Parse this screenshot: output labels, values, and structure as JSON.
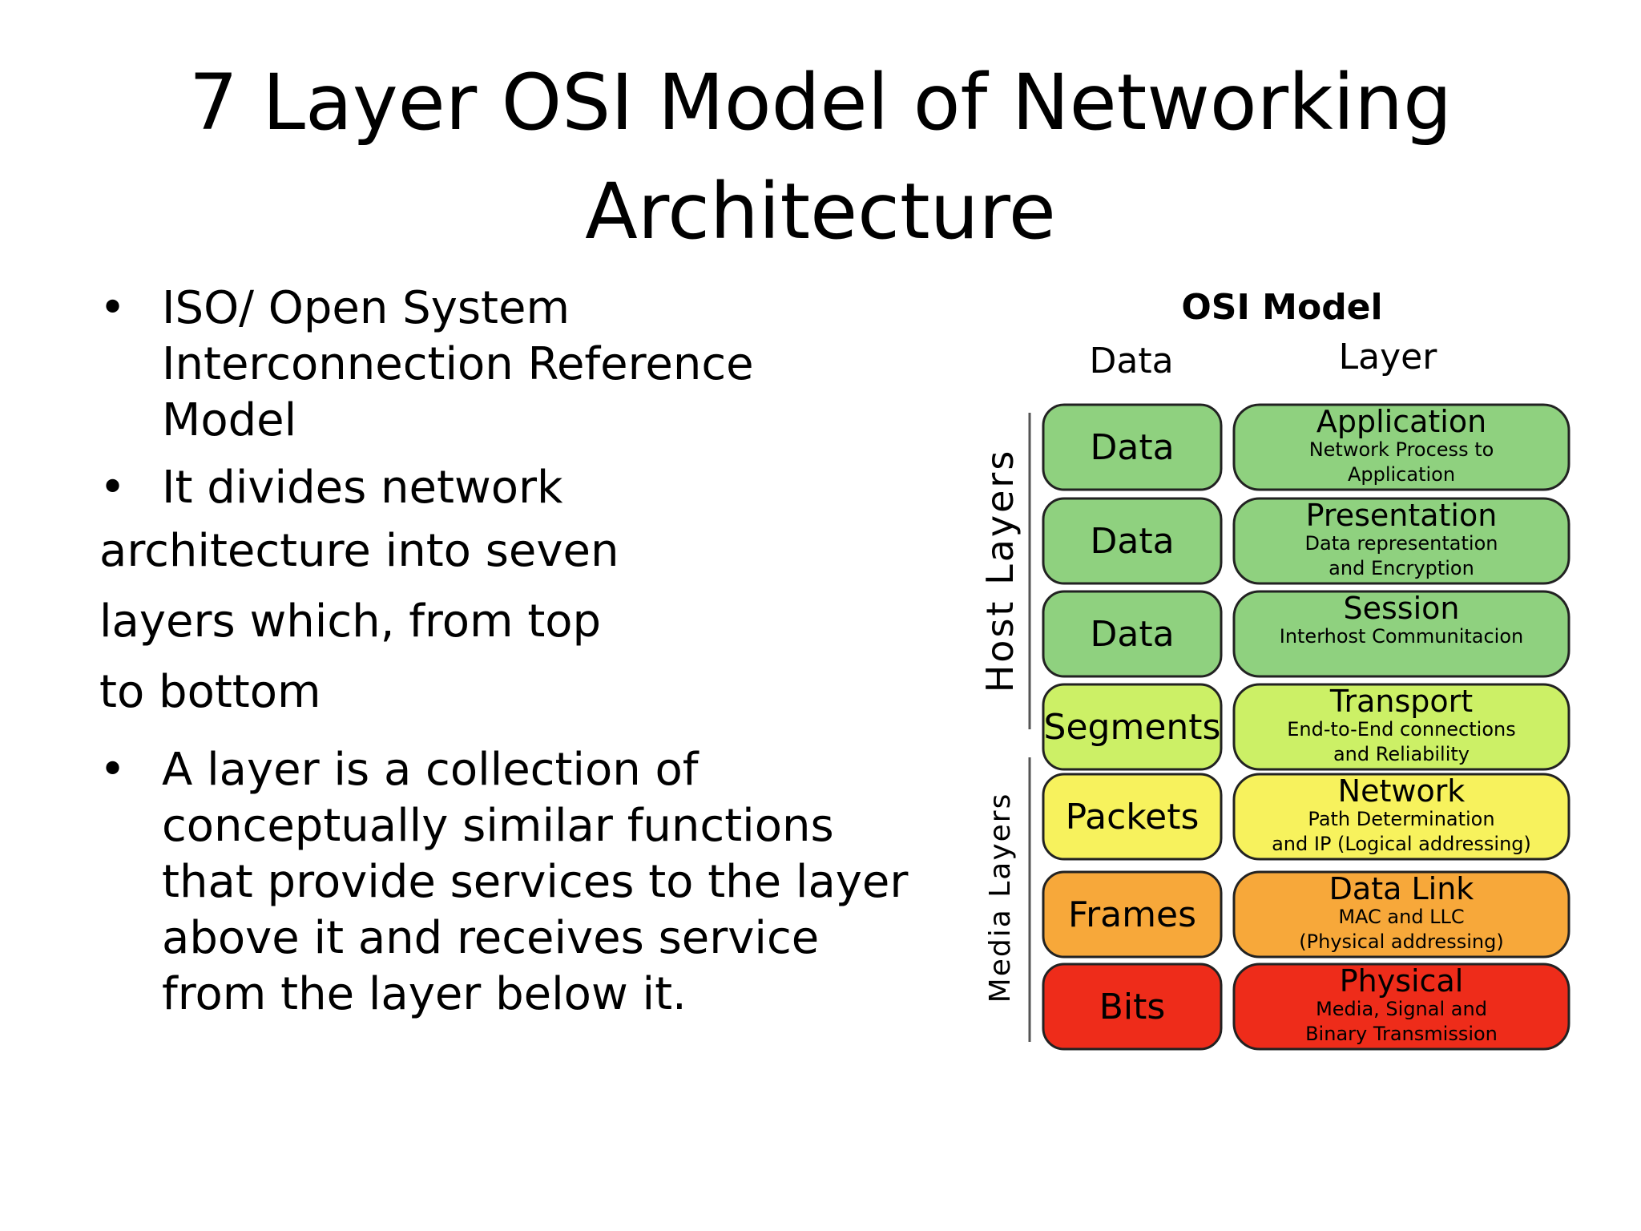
{
  "slide": {
    "title_line1": "7 Layer OSI Model of Networking",
    "title_line2": "Architecture"
  },
  "bullets": [
    {
      "marker": "•",
      "lines": [
        "ISO/ Open System",
        "Interconnection Reference",
        "Model"
      ]
    },
    {
      "marker": "•",
      "lines": [
        "It divides network"
      ]
    },
    {
      "marker": "•",
      "lines": [
        "A layer is a collection of",
        "conceptually similar functions",
        "that provide services to the layer",
        "above it  and receives service",
        "from the layer below it."
      ]
    }
  ],
  "continuation_lines": [
    "architecture into seven",
    "layers which, from top",
    "to bottom"
  ],
  "diagram": {
    "title": "OSI Model",
    "col_data_header": "Data",
    "col_layer_header": "Layer",
    "group_host": "Host Layers",
    "group_media": "Media Layers",
    "layers": [
      {
        "data": "Data",
        "name": "Application",
        "desc": [
          "Network Process to",
          "Application"
        ],
        "color": "#8fd17f"
      },
      {
        "data": "Data",
        "name": "Presentation",
        "desc": [
          "Data representation",
          "and Encryption"
        ],
        "color": "#8fd17f"
      },
      {
        "data": "Data",
        "name": "Session",
        "desc": [
          "Interhost Communitacion"
        ],
        "color": "#8fd17f"
      },
      {
        "data": "Segments",
        "name": "Transport",
        "desc": [
          "End-to-End connections",
          "and Reliability"
        ],
        "color": "#ccf066"
      },
      {
        "data": "Packets",
        "name": "Network",
        "desc": [
          "Path Determination",
          "and IP (Logical addressing)"
        ],
        "color": "#f7f25d"
      },
      {
        "data": "Frames",
        "name": "Data Link",
        "desc": [
          "MAC and LLC",
          "(Physical addressing)"
        ],
        "color": "#f7a83a"
      },
      {
        "data": "Bits",
        "name": "Physical",
        "desc": [
          "Media, Signal and",
          "Binary Transmission"
        ],
        "color": "#ee2c1a"
      }
    ]
  }
}
